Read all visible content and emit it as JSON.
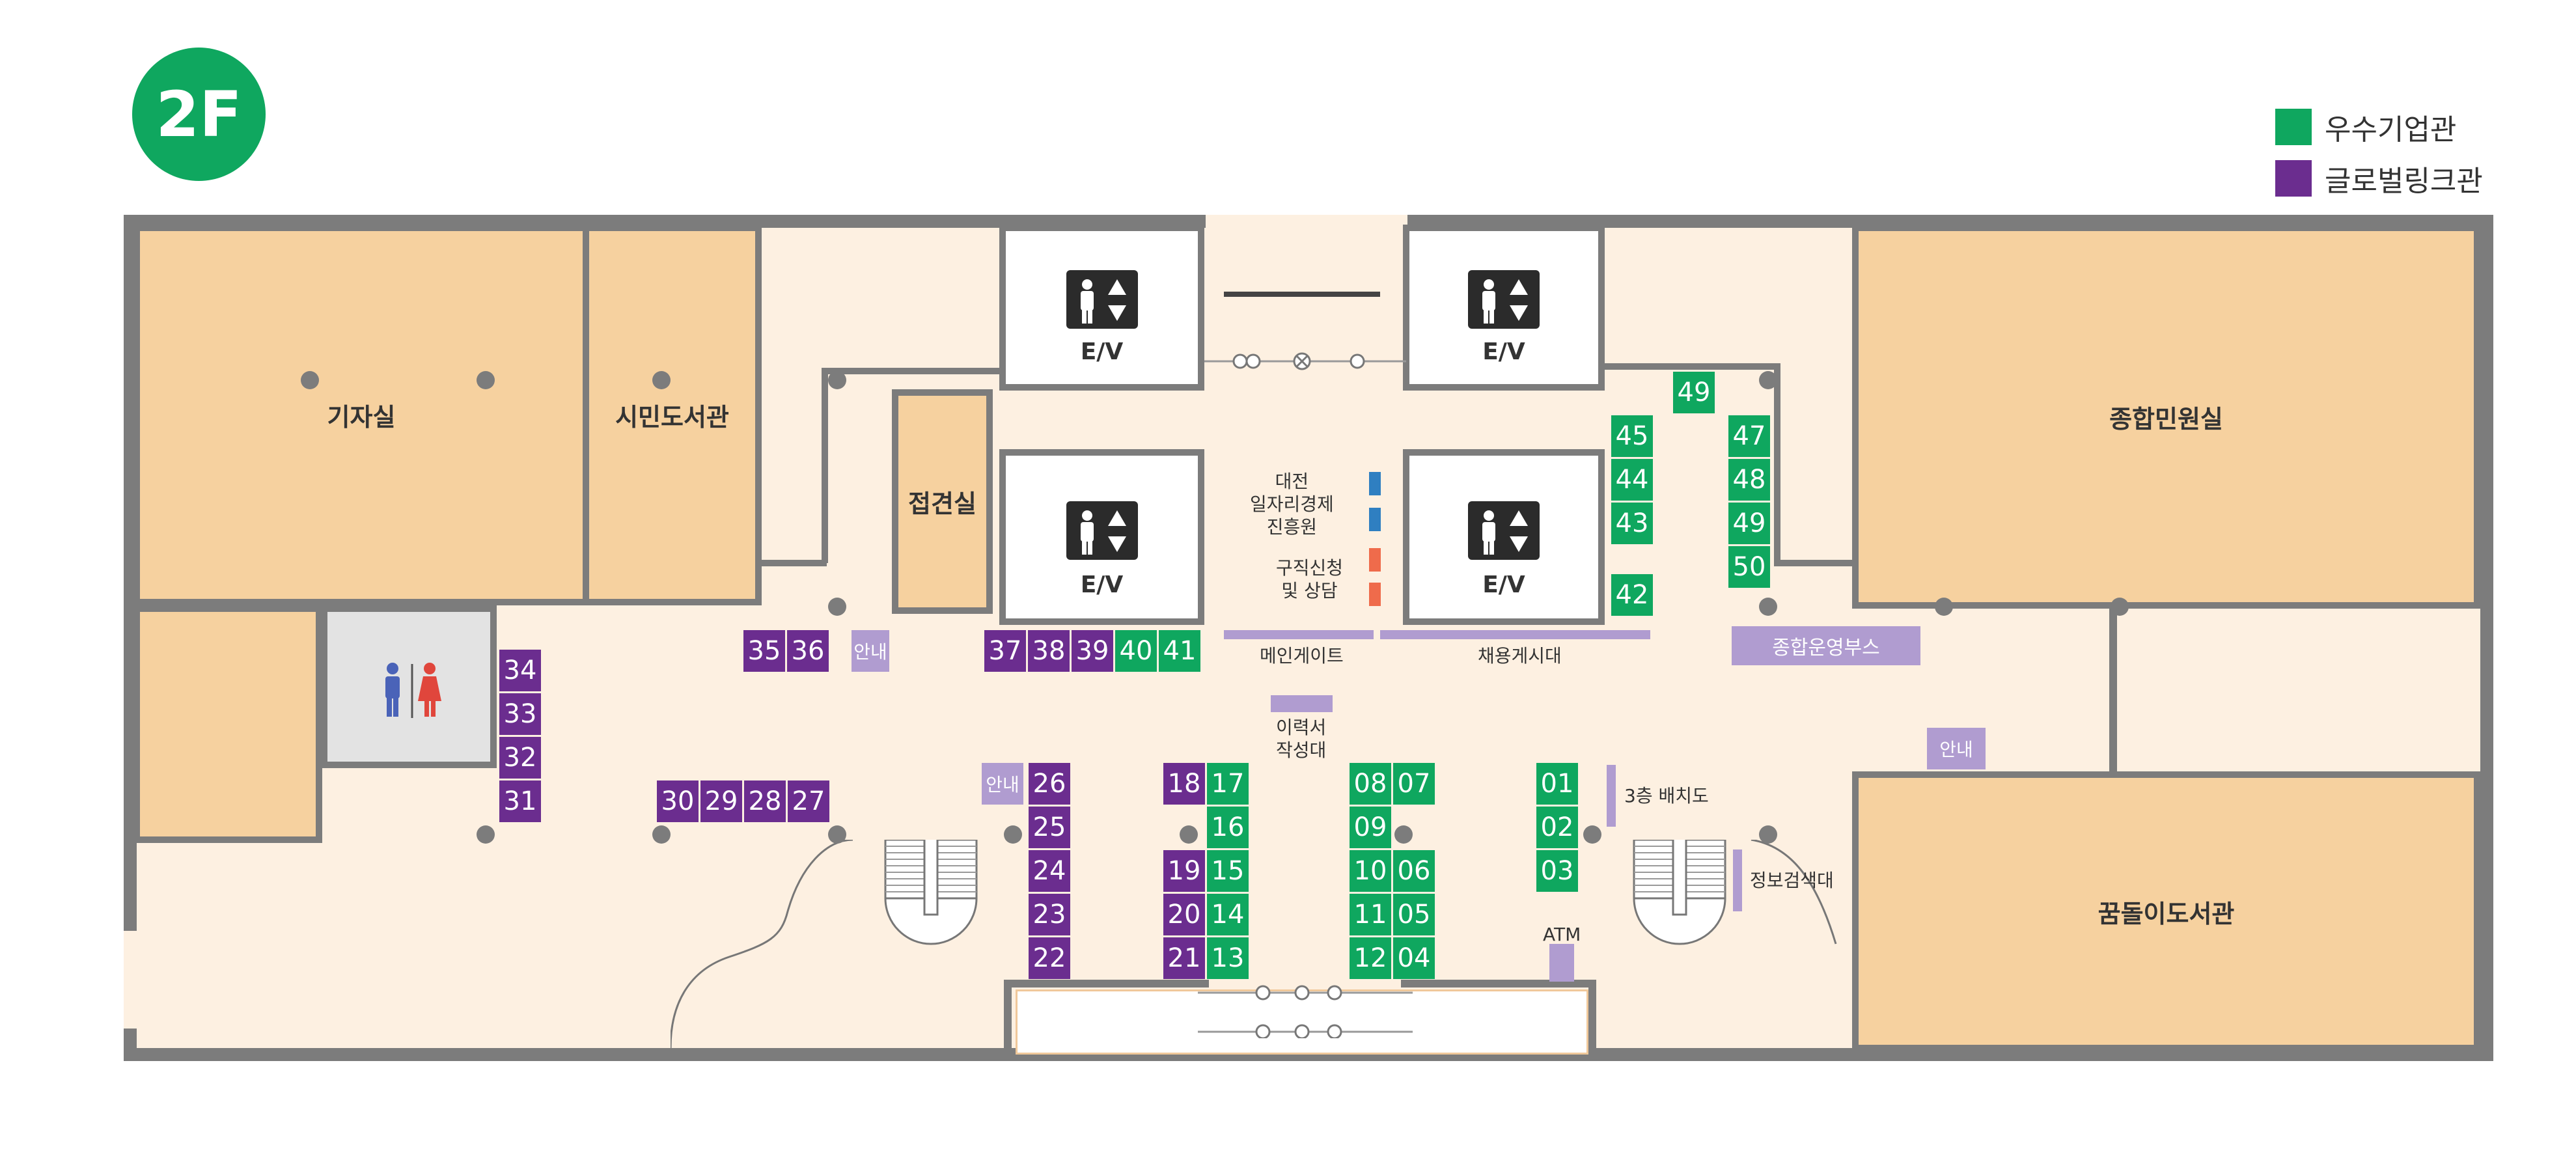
{
  "floor": {
    "label": "2F"
  },
  "legend": [
    {
      "label": "우수기업관",
      "color": "#0fa75f"
    },
    {
      "label": "글로벌링크관",
      "color": "#6b2d8f"
    }
  ],
  "rooms": {
    "press": "기자실",
    "library": "시민도서관",
    "reception": "접견실",
    "civil": "종합민원실",
    "kids_library": "꿈돌이도서관"
  },
  "elevators": {
    "label": "E/V"
  },
  "labels": {
    "daejeon": "대전\n일자리경제\n진흥원",
    "job": "구직신청\n및 상담",
    "main_gate": "메인게이트",
    "board": "채용게시대",
    "resume": "이력서\n작성대",
    "floor3": "3층 배치도",
    "infosearch": "정보검색대",
    "atm": "ATM",
    "ops_booth": "종합운영부스"
  },
  "info_label": "안내",
  "booths": {
    "n49a": "49",
    "n45": "45",
    "n44": "44",
    "n43": "43",
    "n42": "42",
    "n47": "47",
    "n48": "48",
    "n49b": "49",
    "n50": "50",
    "n35": "35",
    "n36": "36",
    "n37": "37",
    "n38": "38",
    "n39": "39",
    "n40": "40",
    "n41": "41",
    "n34": "34",
    "n33": "33",
    "n32": "32",
    "n31": "31",
    "n30": "30",
    "n29": "29",
    "n28": "28",
    "n27": "27",
    "n26": "26",
    "n25": "25",
    "n24": "24",
    "n23": "23",
    "n22": "22",
    "n18": "18",
    "n17": "17",
    "n16": "16",
    "n19": "19",
    "n15": "15",
    "n20": "20",
    "n14": "14",
    "n21": "21",
    "n13": "13",
    "n08": "08",
    "n07": "07",
    "n09": "09",
    "n10": "10",
    "n06": "06",
    "n11": "11",
    "n05": "05",
    "n12": "12",
    "n04": "04",
    "n01": "01",
    "n02": "02",
    "n03": "03"
  }
}
